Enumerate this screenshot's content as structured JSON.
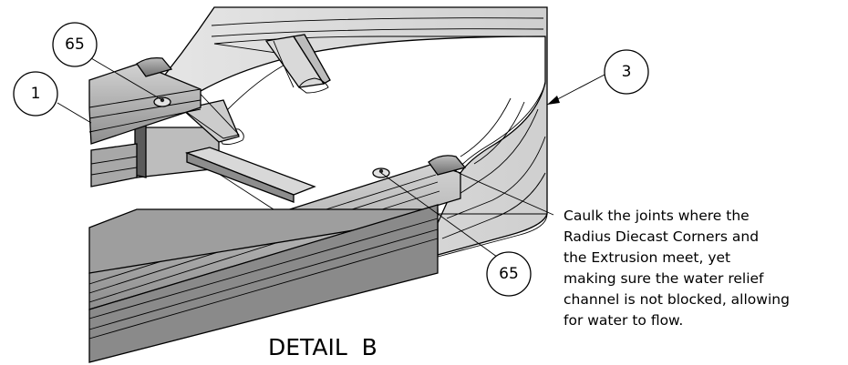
{
  "callouts": [
    {
      "label": "65"
    },
    {
      "label": "1"
    },
    {
      "label": "3"
    },
    {
      "label": "65"
    }
  ],
  "note": {
    "lines": [
      "Caulk the joints where the",
      "Radius Diecast Corners and",
      "the Extrusion meet, yet",
      "making sure the water relief",
      "channel is not blocked, allowing",
      "for water to flow."
    ]
  },
  "caption": "DETAIL  B"
}
